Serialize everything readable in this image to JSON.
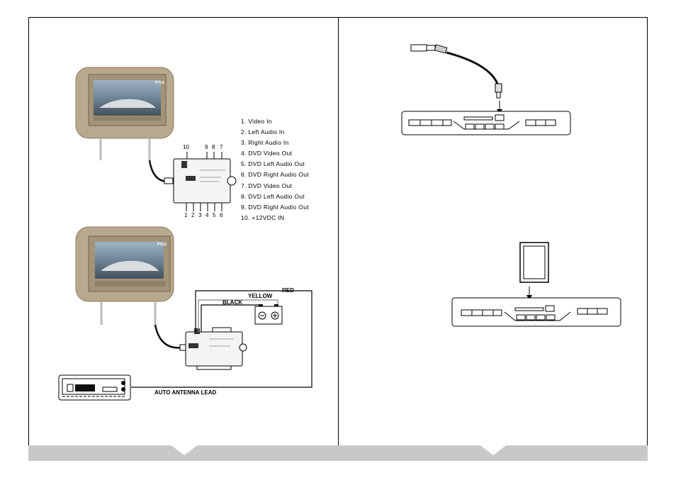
{
  "diagram": {
    "legend": [
      "1. Video  In",
      "2. Left  Audio  In",
      "3. Right  Audio  In",
      "4. DVD  Video  Out",
      "5. DVD  Left  Audio  Out",
      "6. DVD  Right  Audio  Out",
      "7. DVD  Video  Out",
      "8. DVD  Left  Audio  Out",
      "9. DVD  Right  Audio  Out",
      "10. +12VDC  IN"
    ],
    "top_numbers": [
      "10",
      "9",
      "8",
      "7"
    ],
    "bottom_numbers": [
      "1",
      "2",
      "3",
      "4",
      "5",
      "6"
    ],
    "wire_labels": {
      "red": "RED",
      "yellow": "YELLOW",
      "black": "BLACK",
      "antenna": "AUTO  ANTENNA  LEAD"
    },
    "brand": "PYLE"
  }
}
